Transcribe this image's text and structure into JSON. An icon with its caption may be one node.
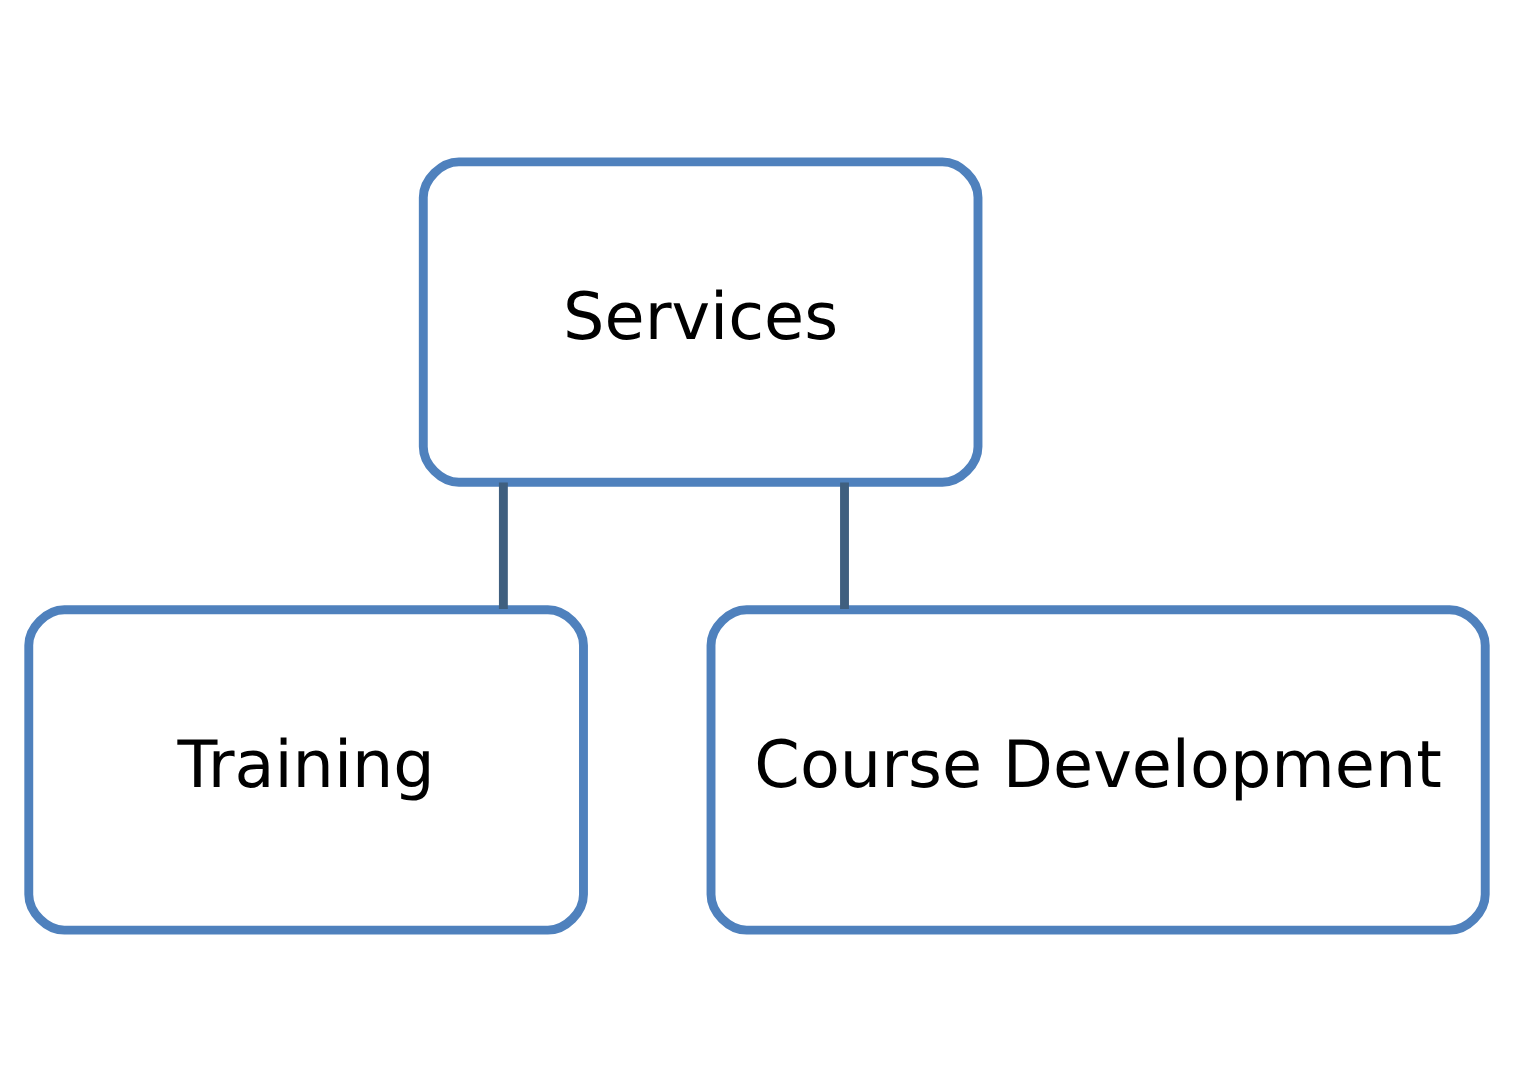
{
  "diagram": {
    "nodes": [
      {
        "text": [
          "Services"
        ]
      },
      {
        "text": [
          "Training"
        ]
      },
      {
        "text": [
          "Course Development"
        ]
      }
    ],
    "edges": [
      {
        "from": 0,
        "to": 1,
        "arrow": "none"
      },
      {
        "from": 0,
        "to": 2,
        "arrow": "none"
      }
    ]
  }
}
